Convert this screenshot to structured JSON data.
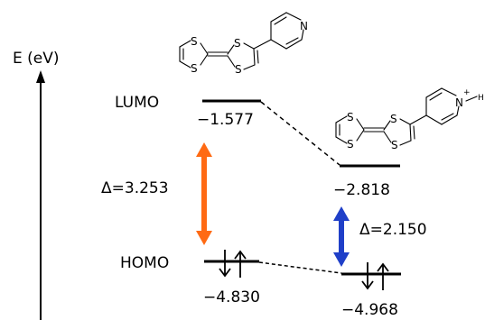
{
  "axis": {
    "label": "E (eV)"
  },
  "left": {
    "lumo_label": "LUMO",
    "lumo_value": "−1.577",
    "homo_label": "HOMO",
    "homo_value": "−4.830",
    "gap_label": "Δ=3.253",
    "gap_color": "#ff6a13"
  },
  "right": {
    "lumo_value": "−2.818",
    "homo_value": "−4.968",
    "gap_label": "Δ=2.150",
    "gap_color": "#1f3fc8"
  },
  "molecule_left": {
    "sulfur": "S",
    "nitrogen": "N"
  },
  "molecule_right": {
    "sulfur": "S",
    "nitrogen": "N",
    "charge": "+",
    "hydrogen": "H"
  }
}
